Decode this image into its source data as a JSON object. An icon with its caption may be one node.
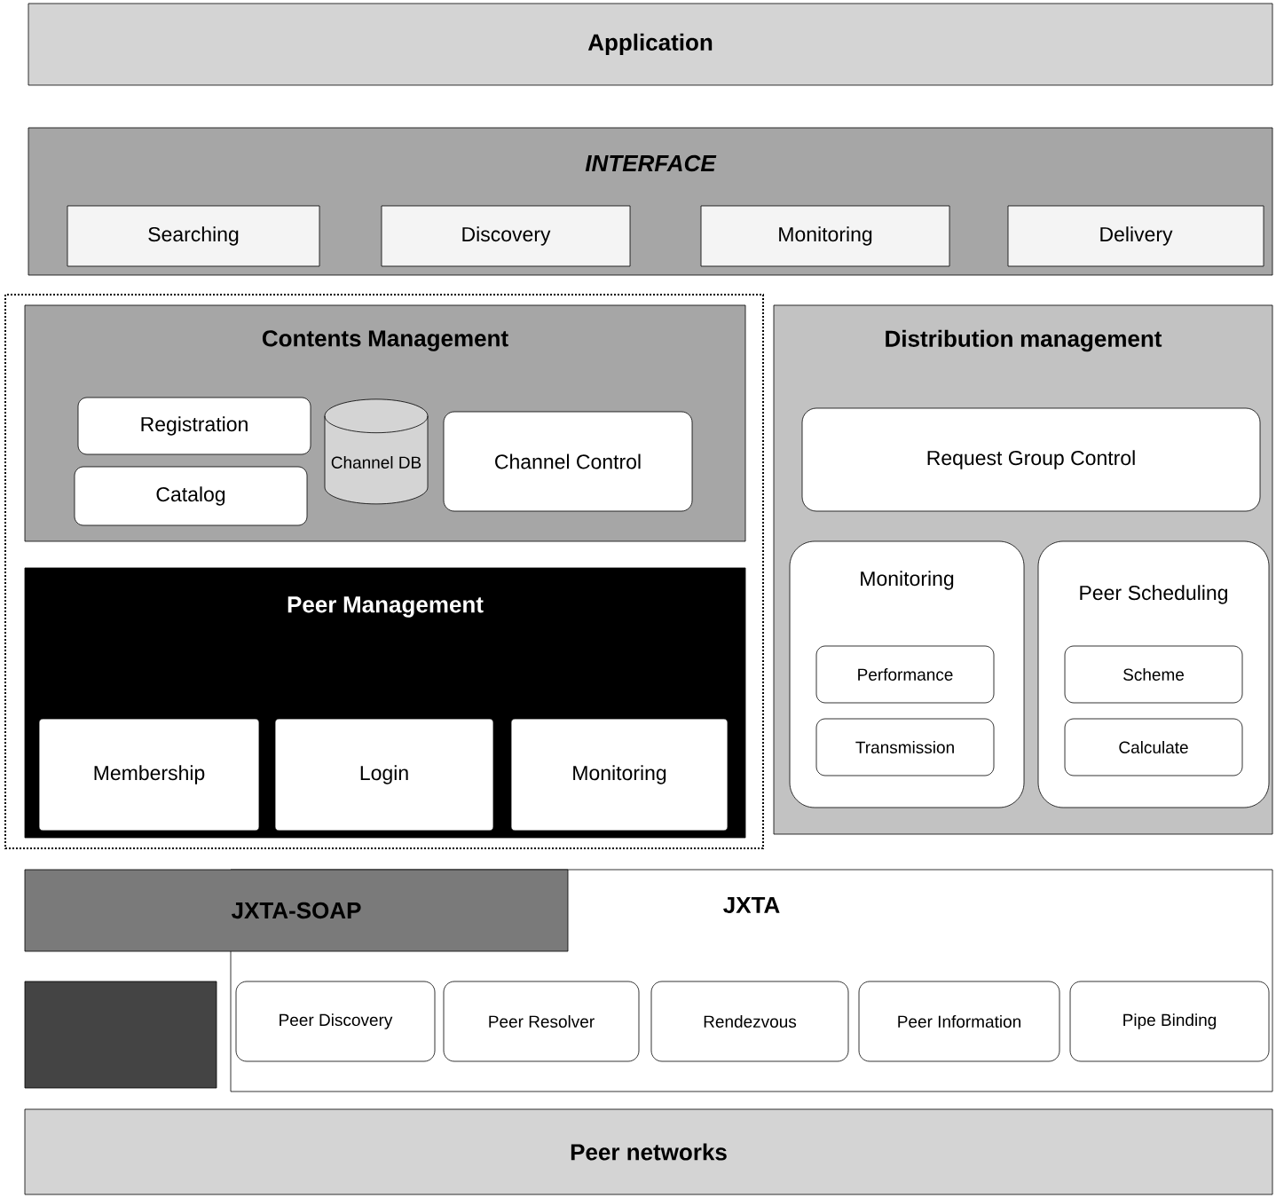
{
  "diagram": {
    "nodes": [
      {
        "text": [
          "Application"
        ]
      },
      {
        "text": [
          "INTERFACE"
        ]
      },
      {
        "text": [
          "Searching"
        ],
        "in": 1
      },
      {
        "text": [
          "Discovery"
        ],
        "in": 1
      },
      {
        "text": [
          "Monitoring"
        ],
        "in": 1
      },
      {
        "text": [
          "Delivery"
        ],
        "in": 1
      },
      {
        "text": [
          "Contents Management"
        ]
      },
      {
        "text": [
          "Registration"
        ],
        "in": 6
      },
      {
        "text": [
          "Catalog"
        ],
        "in": 6
      },
      {
        "text": [
          "Channel DB"
        ],
        "in": 6
      },
      {
        "text": [
          "Channel Control"
        ],
        "in": 6
      },
      {
        "text": [
          "Peer Management"
        ]
      },
      {
        "text": [
          "Membership"
        ],
        "in": 11
      },
      {
        "text": [
          "Login"
        ],
        "in": 11
      },
      {
        "text": [
          "Monitoring"
        ],
        "in": 11
      },
      {
        "text": [
          "Distribution management"
        ]
      },
      {
        "text": [
          "Request Group Control"
        ],
        "in": 15
      },
      {
        "text": [
          "Monitoring"
        ],
        "in": 15
      },
      {
        "text": [
          "Performance"
        ],
        "in": 17
      },
      {
        "text": [
          "Transmission"
        ],
        "in": 17
      },
      {
        "text": [
          "Peer Scheduling"
        ],
        "in": 15
      },
      {
        "text": [
          "Scheme"
        ],
        "in": 20
      },
      {
        "text": [
          "Calculate"
        ],
        "in": 20
      },
      {
        "text": [
          "JXTA-SOAP"
        ]
      },
      {
        "text": [
          "JXTA"
        ]
      },
      {
        "text": [],
        "shape": "box"
      },
      {
        "text": [
          "Peer Discovery"
        ],
        "in": 24
      },
      {
        "text": [
          "Peer Resolver"
        ],
        "in": 24
      },
      {
        "text": [
          "Rendezvous"
        ],
        "in": 24
      },
      {
        "text": [
          "Peer Information"
        ],
        "in": 24
      },
      {
        "text": [
          "Pipe Binding"
        ],
        "in": 24
      },
      {
        "text": [
          "Peer networks"
        ]
      }
    ]
  }
}
